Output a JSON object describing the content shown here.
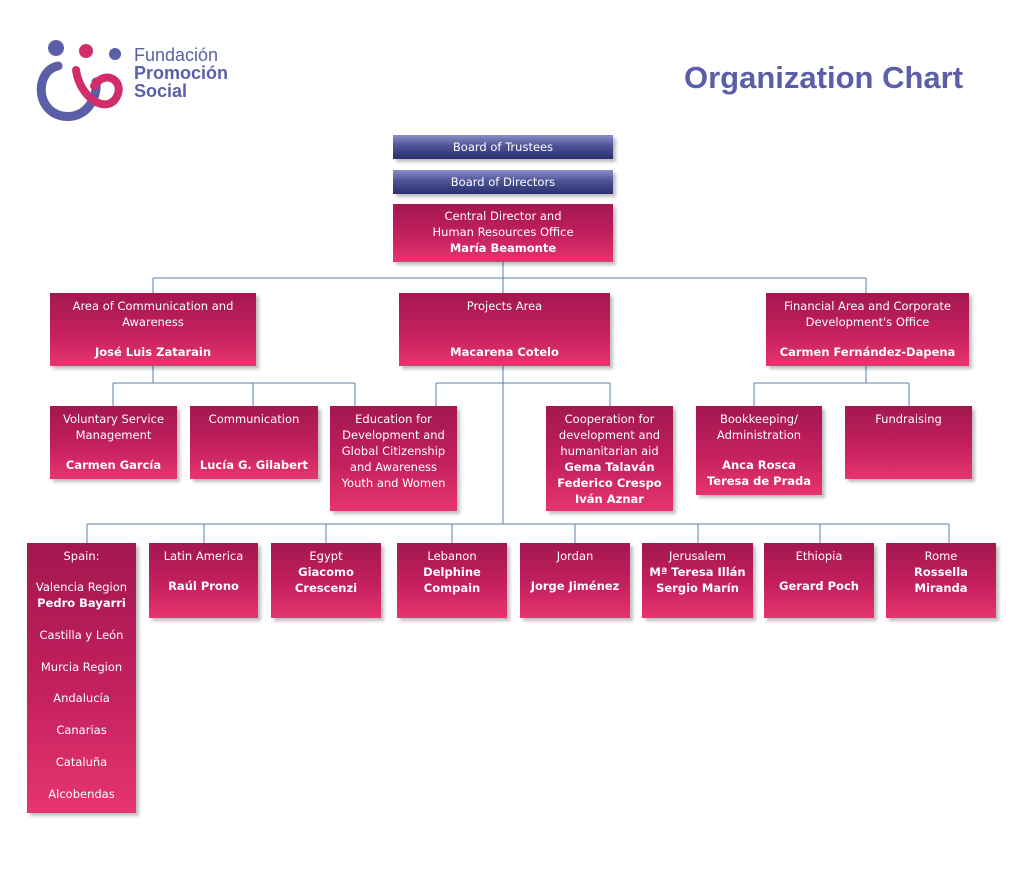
{
  "logo": {
    "line1": "Fundación",
    "line2": "Promoción",
    "line3": "Social"
  },
  "title": "Organization Chart",
  "colors": {
    "accent": "#5a5fa8",
    "box_magenta": "#c4205e",
    "box_blue": "#4d5397",
    "connector": "#5a7fa8"
  },
  "top": {
    "board_trustees": "Board of Trustees",
    "board_directors": "Board of Directors",
    "central": {
      "title": "Central Director and\nHuman Resources Office",
      "person": "María Beamonte"
    }
  },
  "areas": {
    "communication": {
      "title": "Area of Communication and\nAwareness",
      "person": "José Luis Zatarain"
    },
    "projects": {
      "title": "Projects Area",
      "person": "Macarena  Cotelo"
    },
    "financial": {
      "title": "Financial Area and Corporate\nDevelopment's Office",
      "person": "Carmen Fernández-Dapena"
    }
  },
  "sub": {
    "voluntary": {
      "title": "Voluntary Service\nManagement",
      "person": "Carmen García"
    },
    "communication": {
      "title": "Communication",
      "person": "Lucía G. Gilabert"
    },
    "education": {
      "title": "Education for\nDevelopment and\nGlobal Citizenship\nand Awareness\nYouth and Women"
    },
    "cooperation": {
      "title": "Cooperation for\ndevelopment and\nhumanitarian aid",
      "person": "Gema Talaván\nFederico Crespo\nIván Aznar"
    },
    "bookkeeping": {
      "title": "Bookkeeping/\nAdministration",
      "person": "Anca Rosca\nTeresa de Prada"
    },
    "fundraising": {
      "title": "Fundraising"
    }
  },
  "regions": {
    "spain": {
      "title": "Spain:",
      "items": [
        {
          "name": "Valencia Region",
          "person": "Pedro Bayarri"
        },
        {
          "name": "Castilla y León"
        },
        {
          "name": "Murcia Region"
        },
        {
          "name": "Andalucía"
        },
        {
          "name": "Canarias"
        },
        {
          "name": "Cataluña"
        },
        {
          "name": "Alcobendas"
        }
      ]
    },
    "latin_america": {
      "title": "Latin America",
      "person": "Raúl Prono"
    },
    "egypt": {
      "title": "Egypt",
      "person": "Giacomo\nCrescenzi"
    },
    "lebanon": {
      "title": "Lebanon",
      "person": "Delphine\nCompain"
    },
    "jordan": {
      "title": "Jordan",
      "person": "Jorge Jiménez"
    },
    "jerusalem": {
      "title": "Jerusalem",
      "person": "Mª Teresa Illán\nSergio Marín"
    },
    "ethiopia": {
      "title": "Ethiopia",
      "person": "Gerard Poch"
    },
    "rome": {
      "title": "Rome",
      "person": "Rossella\nMiranda"
    }
  }
}
